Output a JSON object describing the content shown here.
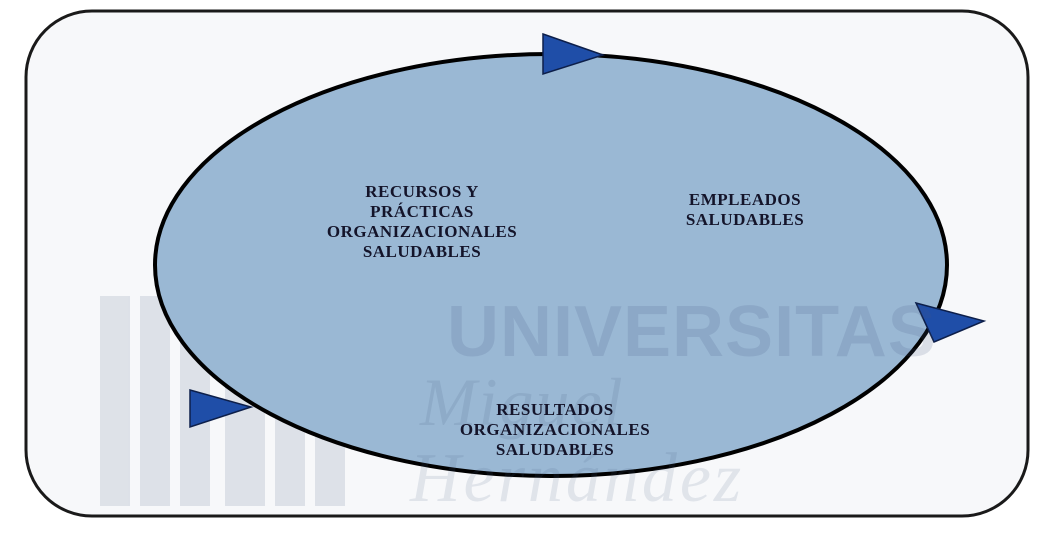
{
  "diagram": {
    "nodes": [
      {
        "id": "recursos",
        "lines": [
          "RECURSOS Y",
          "PRÁCTICAS",
          "ORGANIZACIONALES",
          "SALUDABLES"
        ]
      },
      {
        "id": "empleados",
        "lines": [
          "EMPLEADOS",
          "SALUDABLES"
        ]
      },
      {
        "id": "resultados",
        "lines": [
          "RESULTADOS",
          "ORGANIZACIONALES",
          "SALUDABLES"
        ]
      }
    ],
    "cycle_arrows": [
      "top",
      "right",
      "left"
    ],
    "colors": {
      "circle_fill": "#9ab8d4",
      "circle_stroke": "#000000",
      "arrow_fill": "#1f4ea8",
      "frame_fill": "#f7f8fa",
      "frame_stroke": "#1a1a1a"
    }
  },
  "watermark": {
    "line1": "UNIVERSITAS",
    "line2": "Miguel",
    "line3": "Hernández"
  }
}
